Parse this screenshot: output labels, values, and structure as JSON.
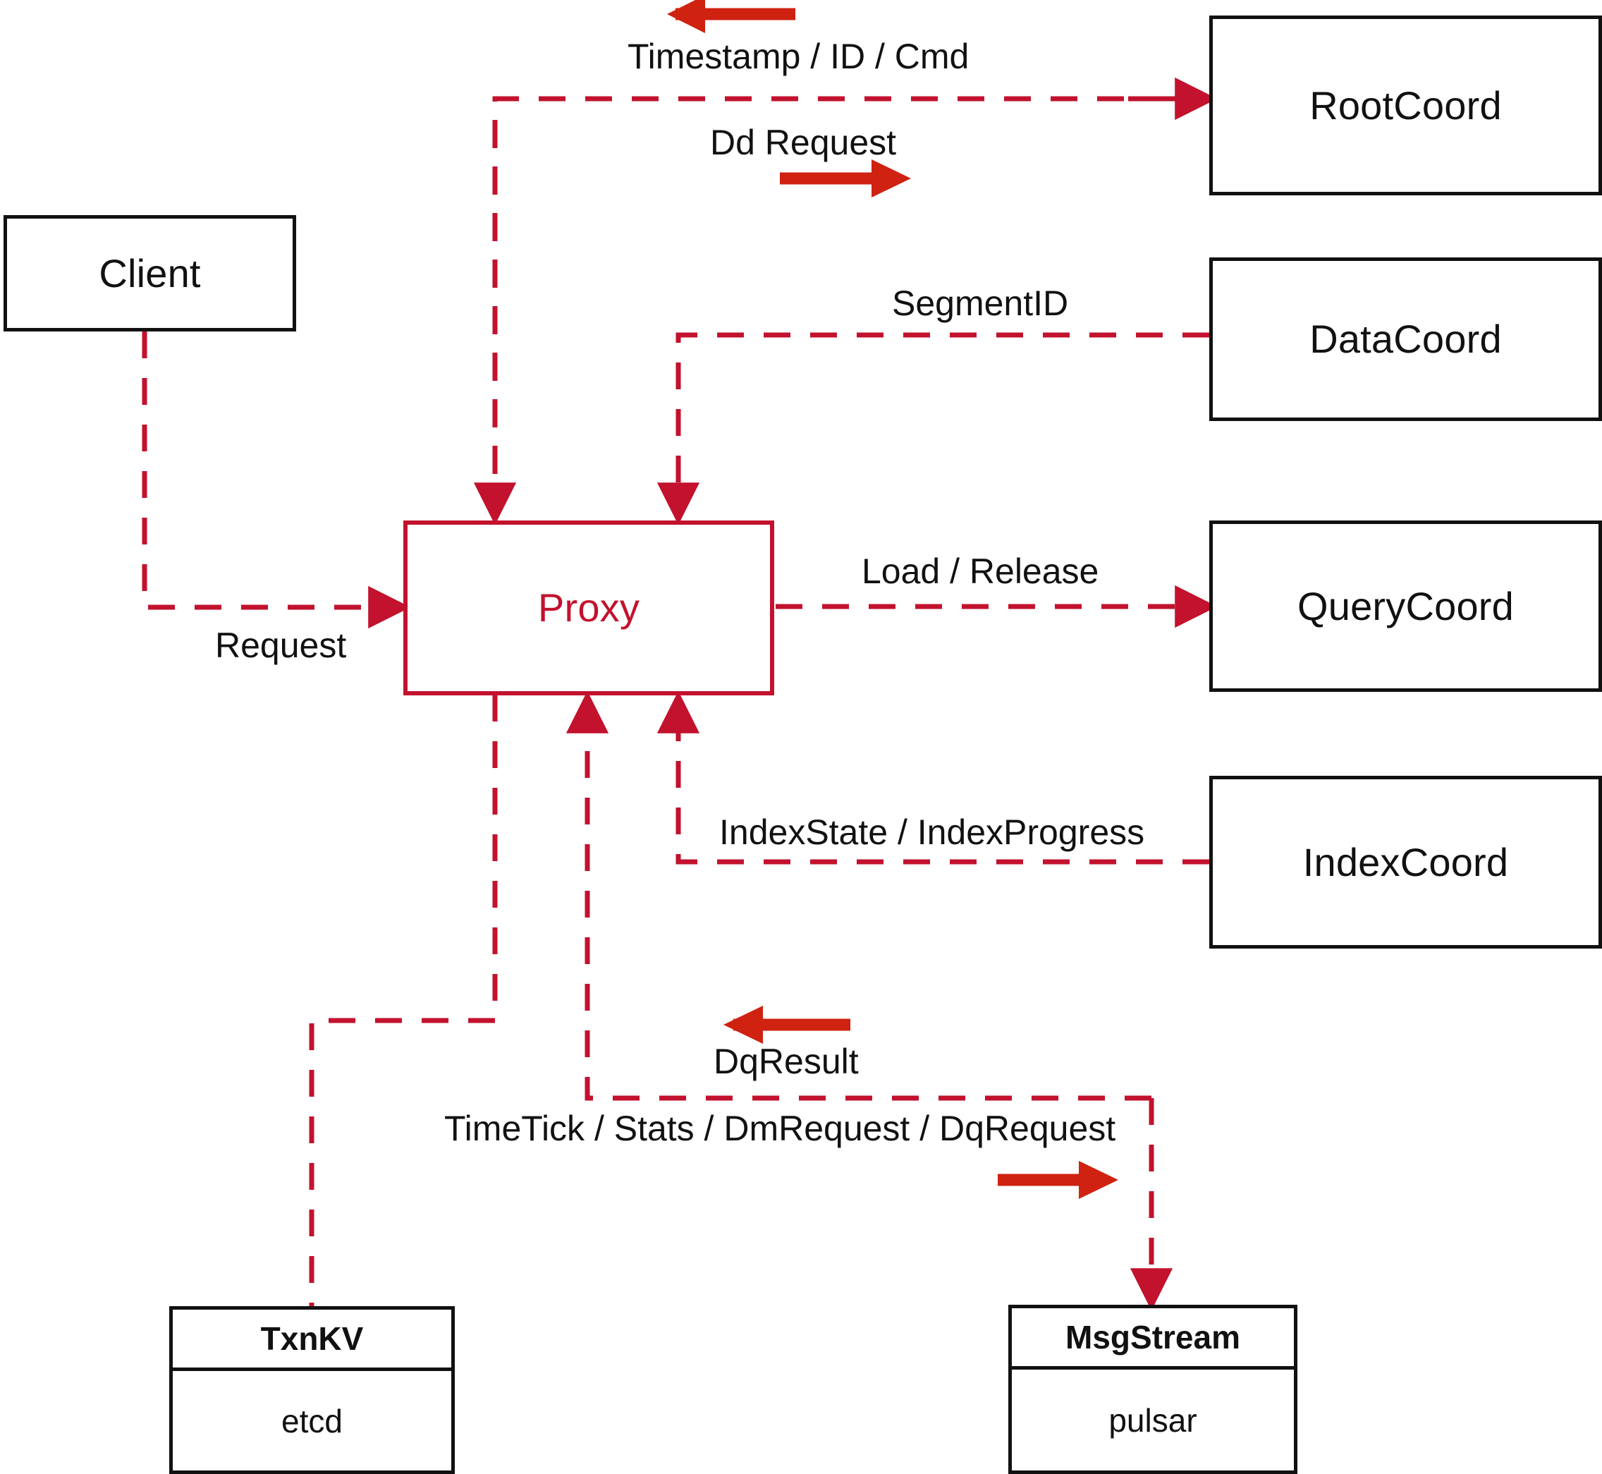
{
  "diagram": {
    "title": "Milvus Proxy component interaction diagram",
    "colors": {
      "dashed_connector": "#c2122e",
      "solid_arrow": "#cf2211",
      "node_border": "#111111",
      "proxy_border": "#c2122e",
      "proxy_text": "#c2122e",
      "background": "#ffffff"
    }
  },
  "nodes": {
    "client": {
      "label": "Client"
    },
    "proxy": {
      "label": "Proxy"
    },
    "root_coord": {
      "label": "RootCoord"
    },
    "data_coord": {
      "label": "DataCoord"
    },
    "query_coord": {
      "label": "QueryCoord"
    },
    "index_coord": {
      "label": "IndexCoord"
    },
    "txn_kv": {
      "header": "TxnKV",
      "body": "etcd"
    },
    "msg_stream": {
      "header": "MsgStream",
      "body": "pulsar"
    }
  },
  "edge_labels": {
    "timestamp_id_cmd": "Timestamp / ID / Cmd",
    "dd_request": "Dd Request",
    "segment_id": "SegmentID",
    "request": "Request",
    "load_release": "Load / Release",
    "index_state_progress": "IndexState / IndexProgress",
    "dq_result": "DqResult",
    "timetick_stats": "TimeTick / Stats / DmRequest / DqRequest"
  }
}
